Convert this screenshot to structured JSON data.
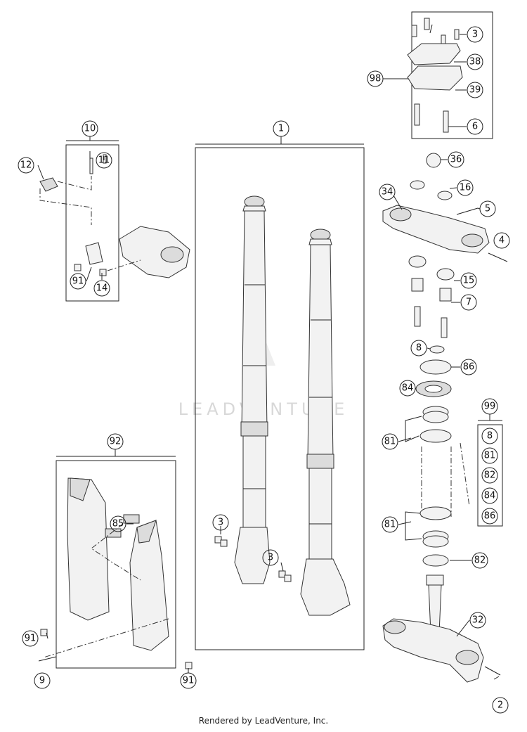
{
  "footer": "Rendered by LeadVenture, Inc.",
  "watermark": "LEADVENTURE",
  "callouts": {
    "c1": "1",
    "c2": "2",
    "c3a": "3",
    "c3b": "3",
    "c3c": "3",
    "c4": "4",
    "c5": "5",
    "c6": "6",
    "c7": "7",
    "c8a": "8",
    "c8b": "8",
    "c9": "9",
    "c10": "10",
    "c11": "11",
    "c12": "12",
    "c14": "14",
    "c15": "15",
    "c16": "16",
    "c32": "32",
    "c34": "34",
    "c36": "36",
    "c38": "38",
    "c39": "39",
    "c81a": "81",
    "c81b": "81",
    "c81c": "81",
    "c82a": "82",
    "c82b": "82",
    "c84a": "84",
    "c84b": "84",
    "c85": "85",
    "c86a": "86",
    "c86b": "86",
    "c91a": "91",
    "c91b": "91",
    "c91c": "91",
    "c92": "92",
    "c98": "98",
    "c99": "99"
  }
}
